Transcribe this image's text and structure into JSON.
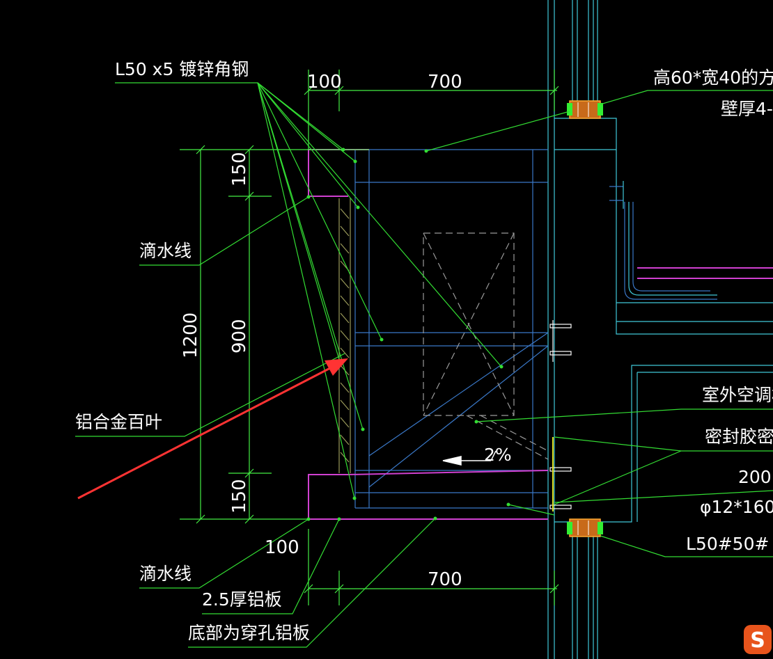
{
  "colors": {
    "background": "#000000",
    "leader": "#33dd33",
    "dimension": "#44ee44",
    "frame": "#3a78c8",
    "wall": "#40c8d8",
    "magenta": "#d040d0",
    "louver": "#9a9a5a",
    "equipment": "#9a9a9a",
    "arrow": "#ff3333",
    "text": "#ffffff"
  },
  "labels": {
    "angle_steel": "L50 x5 镀锌角钢",
    "drip_line_top": "滴水线",
    "louver": "铝合金百叶",
    "drip_line_bottom": "滴水线",
    "aluminum_plate": "2.5厚铝板",
    "perforated_bottom": "底部为穿孔铝板",
    "square_tube": "高60*宽40的方",
    "wall_thickness": "壁厚4-",
    "ac_unit": "室外空调机",
    "sealant": "密封胶密封",
    "dim_200": "200",
    "anchor_bolt": "φ12*160",
    "angle_spec": "L50#50#",
    "slope": "2%"
  },
  "dimensions": {
    "top_100": "100",
    "top_700": "700",
    "height_1200": "1200",
    "top_150": "150",
    "middle_900": "900",
    "bottom_150": "150",
    "bottom_100": "100",
    "bottom_700": "700"
  },
  "watermark_icon": "sogou-s-logo"
}
